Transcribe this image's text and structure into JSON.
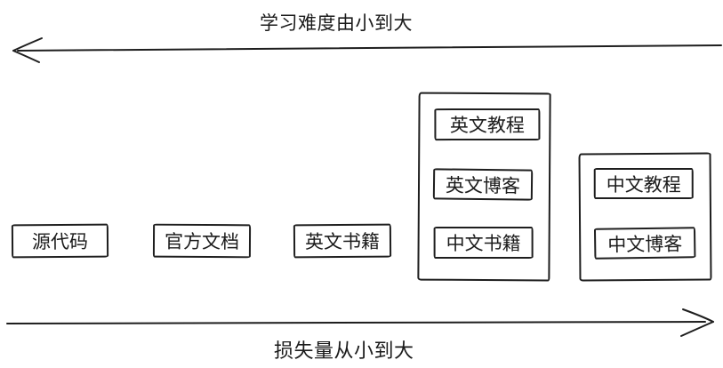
{
  "diagram": {
    "top_axis_label": "学习难度由小到大",
    "bottom_axis_label": "损失量从小到大",
    "top_axis_direction": "left",
    "bottom_axis_direction": "right",
    "standalone_boxes": [
      {
        "label": "源代码"
      },
      {
        "label": "官方文档"
      },
      {
        "label": "英文书籍"
      }
    ],
    "groups": [
      {
        "items": [
          {
            "label": "英文教程"
          },
          {
            "label": "英文博客"
          },
          {
            "label": "中文书籍"
          }
        ]
      },
      {
        "items": [
          {
            "label": "中文教程"
          },
          {
            "label": "中文博客"
          }
        ]
      }
    ],
    "colors": {
      "stroke": "#1e1e1e",
      "text": "#1b1b1b",
      "background": "#ffffff"
    }
  }
}
